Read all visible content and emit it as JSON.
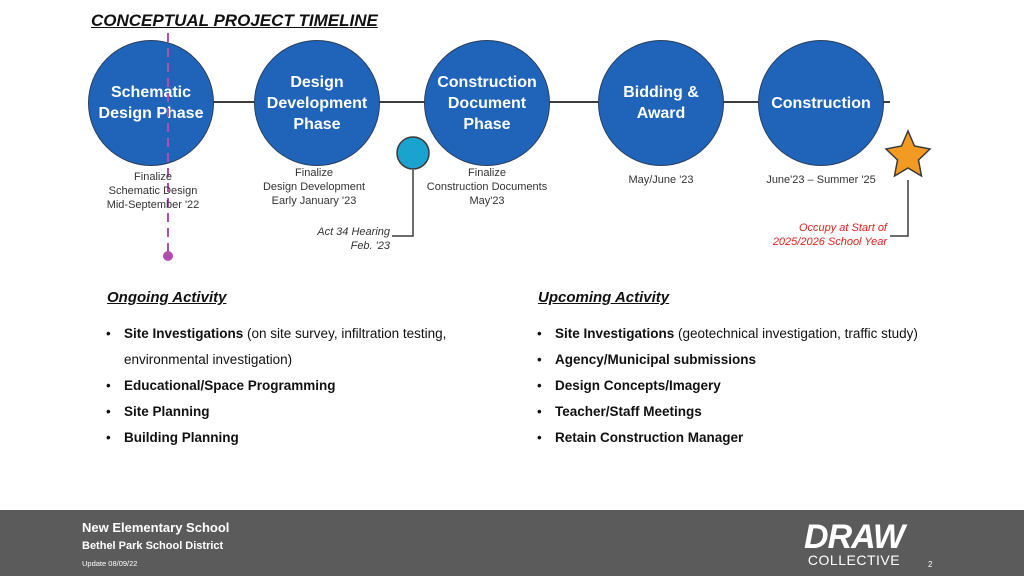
{
  "title": "CONCEPTUAL PROJECT TIMELINE",
  "phases": [
    {
      "label": "Schematic\nDesign Phase",
      "caption": "Finalize\nSchematic Design\nMid-September '22"
    },
    {
      "label": "Design\nDevelopment\nPhase",
      "caption": "Finalize\nDesign Development\nEarly January '23"
    },
    {
      "label": "Construction\nDocument\nPhase",
      "caption": "Finalize\nConstruction Documents\nMay'23"
    },
    {
      "label": "Bidding &\nAward",
      "caption": "May/June '23"
    },
    {
      "label": "Construction",
      "caption": "June'23 – Summer '25"
    }
  ],
  "milestones": {
    "hearing": "Act 34 Hearing\nFeb. '23",
    "occupy": "Occupy at Start of\n2025/2026 School Year"
  },
  "ongoing": {
    "heading": "Ongoing Activity",
    "items": [
      {
        "bold": "Site Investigations",
        "rest": " (on site survey, infiltration testing,"
      },
      {
        "bold": "",
        "rest": "environmental investigation)"
      },
      {
        "bold": "Educational/Space Programming",
        "rest": ""
      },
      {
        "bold": "Site Planning",
        "rest": ""
      },
      {
        "bold": "Building Planning",
        "rest": ""
      }
    ]
  },
  "upcoming": {
    "heading": "Upcoming Activity",
    "items": [
      {
        "bold": "Site Investigations",
        "rest": " (geotechnical investigation, traffic study)"
      },
      {
        "bold": "Agency/Municipal submissions",
        "rest": ""
      },
      {
        "bold": "Design Concepts/Imagery",
        "rest": ""
      },
      {
        "bold": "Teacher/Staff Meetings",
        "rest": ""
      },
      {
        "bold": "Retain Construction Manager",
        "rest": ""
      }
    ]
  },
  "footer": {
    "school": "New Elementary School",
    "district": "Bethel Park School District",
    "update": "Update 08/09/22",
    "logo_top": "DRAW",
    "logo_bottom": "COLLECTIVE",
    "page": "2"
  },
  "colors": {
    "phase_fill": "#1f64b8",
    "hearing_dot": "#1ba3cf",
    "star": "#f29a21",
    "today_line": "#b24db0",
    "occupy_text": "#e0201b",
    "footer_bg": "#5b5b5b"
  }
}
